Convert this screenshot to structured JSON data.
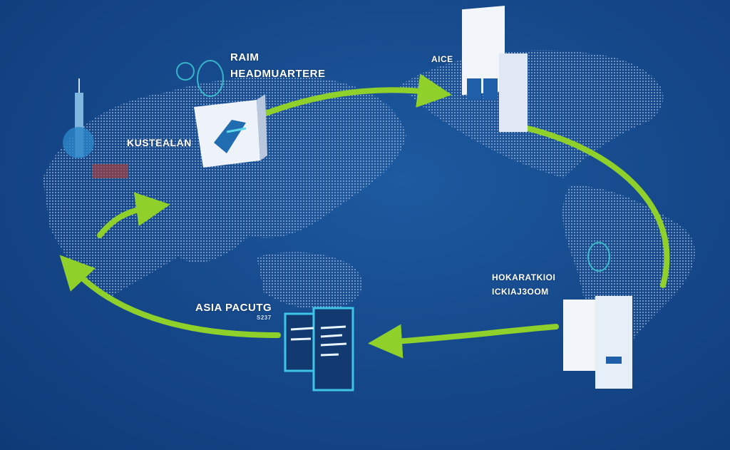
{
  "labels": {
    "hq_line1": "RAIM",
    "hq_line2": "HEADMUARTERE",
    "left_region": "KUSTEALAN",
    "top_right": "AICE",
    "asia_pacific": "ASIA PACUTG",
    "asia_sub": "S237",
    "right_line1": "HOKARATKIOI",
    "right_line2": "ICKIAJ3OOM"
  },
  "colors": {
    "background": "#164a8c",
    "arrow": "#8fd12a",
    "land": "#6f8fc0",
    "document": "#f2f6fb",
    "accent": "#2aa9d8"
  }
}
